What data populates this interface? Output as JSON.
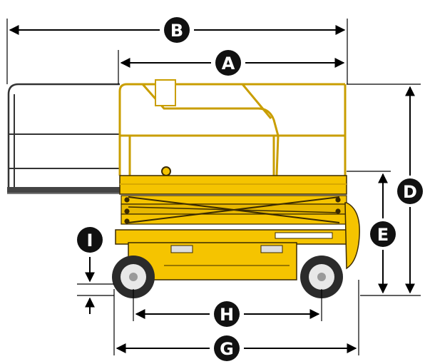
{
  "diagram": {
    "colors": {
      "machine": "#f5c400",
      "machine_dark": "#d9a900",
      "outline": "#3a2a00",
      "dimension_line": "#000000",
      "badge": "#111111",
      "tire": "#2b2b2b",
      "hub": "#e8e8e8",
      "background": "#ffffff"
    },
    "dimension_labels": {
      "A": "A",
      "B": "B",
      "D": "D",
      "E": "E",
      "G": "G",
      "H": "H",
      "I": "I"
    }
  }
}
